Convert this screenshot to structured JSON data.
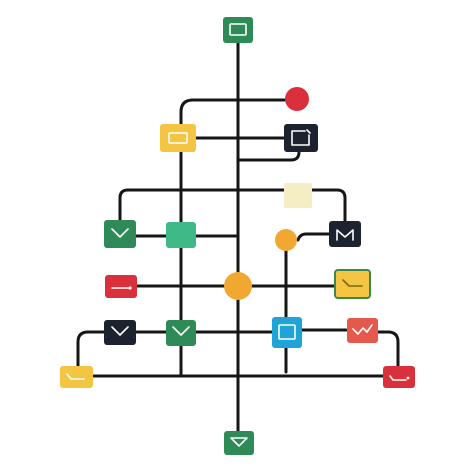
{
  "colors": {
    "line": "#161616",
    "background": "#ffffff",
    "green": "#2e8b57",
    "mint": "#3fb987",
    "red": "#d9303c",
    "coral": "#e5584c",
    "yellow": "#f4c542",
    "cream": "#f5eec4",
    "navy": "#1d2230",
    "orange": "#f0a830",
    "blue": "#1ea4d8"
  },
  "nodes": [
    {
      "name": "node-top-green",
      "color": "green",
      "icon": "window-icon"
    },
    {
      "name": "node-red-circle",
      "color": "red",
      "icon": "none"
    },
    {
      "name": "node-yellow-window",
      "color": "yellow",
      "icon": "window-icon"
    },
    {
      "name": "node-navy-window",
      "color": "navy",
      "icon": "external-window-icon"
    },
    {
      "name": "node-cream-square",
      "color": "cream",
      "icon": "none"
    },
    {
      "name": "node-green-mail",
      "color": "green",
      "icon": "envelope-icon"
    },
    {
      "name": "node-mint-square",
      "color": "mint",
      "icon": "none"
    },
    {
      "name": "node-orange-small-circle",
      "color": "orange",
      "icon": "none"
    },
    {
      "name": "node-navy-mail",
      "color": "navy",
      "icon": "envelope-icon"
    },
    {
      "name": "node-red-link",
      "color": "red",
      "icon": "link-icon"
    },
    {
      "name": "node-orange-hub",
      "color": "orange",
      "icon": "none"
    },
    {
      "name": "node-yellow-card",
      "color": "yellow",
      "icon": "card-icon"
    },
    {
      "name": "node-navy-check",
      "color": "navy",
      "icon": "chevron-icon"
    },
    {
      "name": "node-green-check",
      "color": "green",
      "icon": "chevron-icon"
    },
    {
      "name": "node-blue-square",
      "color": "blue",
      "icon": "window-icon"
    },
    {
      "name": "node-coral-chart",
      "color": "coral",
      "icon": "trend-icon"
    },
    {
      "name": "node-yellow-note",
      "color": "yellow",
      "icon": "pen-icon"
    },
    {
      "name": "node-red-link-right",
      "color": "red",
      "icon": "link-icon"
    },
    {
      "name": "node-bottom-green",
      "color": "green",
      "icon": "download-icon"
    }
  ]
}
